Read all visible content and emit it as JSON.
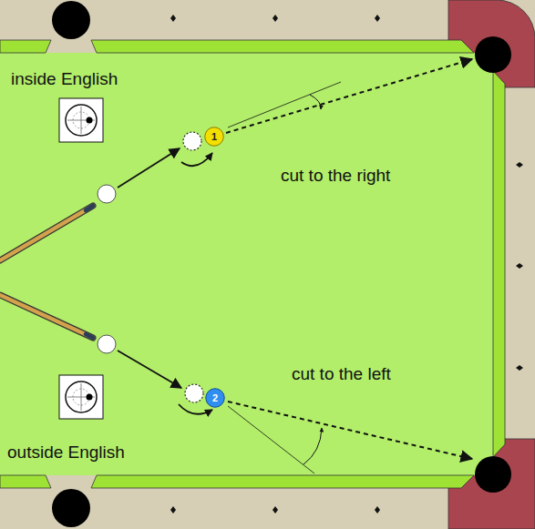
{
  "diagram": {
    "nodes": [
      {
        "text": [
          "1"
        ]
      },
      {
        "text": [
          "2"
        ]
      }
    ],
    "labels": [
      "inside English",
      "cut to the right",
      "cut to the left",
      "outside English"
    ]
  }
}
